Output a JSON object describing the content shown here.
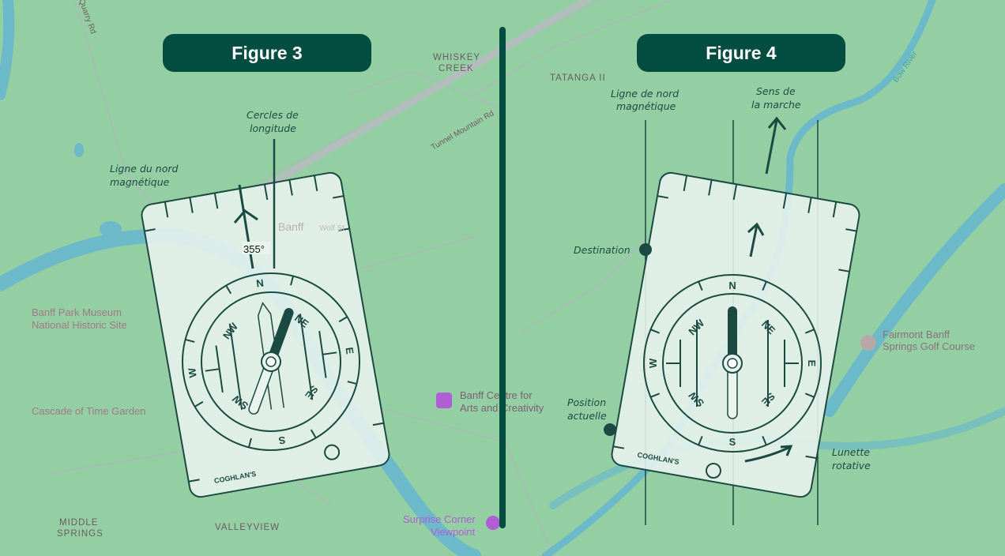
{
  "figures": [
    {
      "title": "Figure 3",
      "labels": {
        "longitude": [
          "Cercles de",
          "longitude"
        ],
        "north_line": [
          "Ligne du nord",
          "magnétique"
        ],
        "bearing": "355°"
      }
    },
    {
      "title": "Figure 4",
      "labels": {
        "north_line": [
          "Ligne de nord",
          "magnétique"
        ],
        "direction": [
          "Sens de",
          "la marche"
        ],
        "destination": "Destination",
        "position": [
          "Position",
          "actuelle"
        ],
        "bezel": [
          "Lunette",
          "rotative"
        ]
      }
    }
  ],
  "compass": {
    "brand": "COGHLAN'S",
    "cardinals": [
      "N",
      "NE",
      "E",
      "SE",
      "S",
      "SW",
      "W",
      "NW"
    ]
  },
  "map_labels": {
    "whiskey_creek": [
      "WHISKEY",
      "CREEK"
    ],
    "tatanga": "TATANGA II",
    "middle_springs": [
      "MIDDLE",
      "SPRINGS"
    ],
    "valleyview": "VALLEYVIEW",
    "banff": "Banff",
    "wolf_st": "Wolf St",
    "tunnel_mountain_rd": "Tunnel Mountain Rd",
    "museum": [
      "Banff Park Museum",
      "National Historic Site"
    ],
    "cascade": "Cascade of Time Garden",
    "banff_centre": [
      "Banff Centre for",
      "Arts and Creativity"
    ],
    "surprise_corner": [
      "Surprise Corner",
      "Viewpoint"
    ],
    "fairmont": [
      "Fairmont Banff",
      "Springs Golf Course"
    ],
    "bow_river": "Bow River",
    "quarry_rd": "Quarry Rd"
  },
  "colors": {
    "dark_green": "#024c40",
    "map_green": "#93cfa3",
    "water": "#6bb9c9",
    "poi": "#b05dd6"
  }
}
